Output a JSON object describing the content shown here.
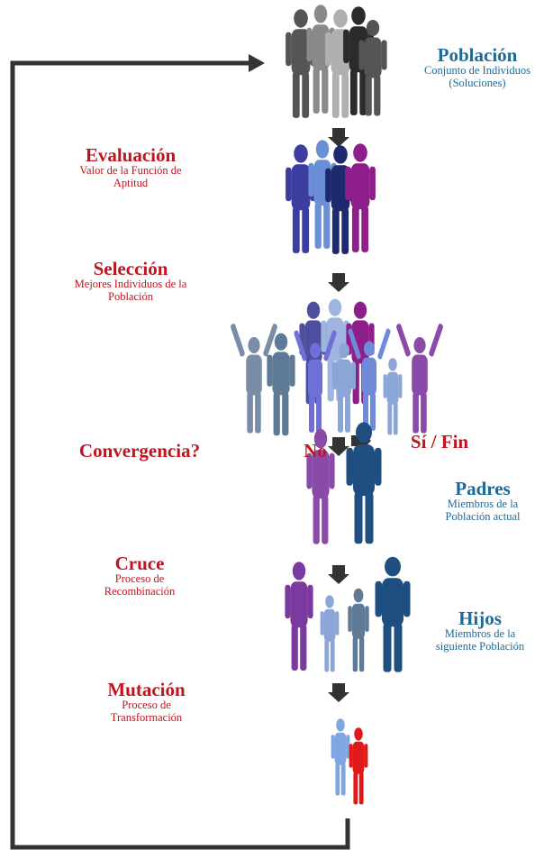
{
  "steps": {
    "poblacion": {
      "title": "Población",
      "line1": "Conjunto de Individuos",
      "line2": "(Soluciones)"
    },
    "evaluacion": {
      "title": "Evaluación",
      "line1": "Valor de la Función de",
      "line2": "Aptitud"
    },
    "seleccion": {
      "title": "Selección",
      "line1": "Mejores Individuos de la",
      "line2": "Población"
    },
    "convergencia": {
      "title": "Convergencia?",
      "no": "No",
      "si": "Sí / Fin"
    },
    "padres": {
      "title": "Padres",
      "line1": "Miembros de la",
      "line2": "Población actual"
    },
    "cruce": {
      "title": "Cruce",
      "line1": "Proceso de",
      "line2": "Recombinación"
    },
    "hijos": {
      "title": "Hijos",
      "line1": "Miembros de la",
      "line2": "siguiente Población"
    },
    "mutacion": {
      "title": "Mutación",
      "line1": "Proceso de",
      "line2": "Transformación"
    }
  },
  "colors": {
    "red_text": "#c0141e",
    "blue_text": "#1d6a98",
    "arrow": "#333333",
    "gray_people": [
      "#2b2b2b",
      "#555555",
      "#8a8a8a",
      "#b0b0b0"
    ],
    "evaluated_people": [
      "#3b3e9e",
      "#6a8fd6",
      "#8e1e8a",
      "#1d2a6e"
    ],
    "selected_people": [
      "#5f7a96",
      "#8ba6d6",
      "#6f6fd8",
      "#8a4aa8"
    ],
    "padres_people": [
      "#8a4aa8",
      "#1f4f80"
    ],
    "hijos_people": [
      "#7a3aa0",
      "#8ba6d6",
      "#5f7a96",
      "#1f4f80"
    ],
    "mutacion_people": [
      "#7fa6e0",
      "#e01a1a"
    ]
  }
}
